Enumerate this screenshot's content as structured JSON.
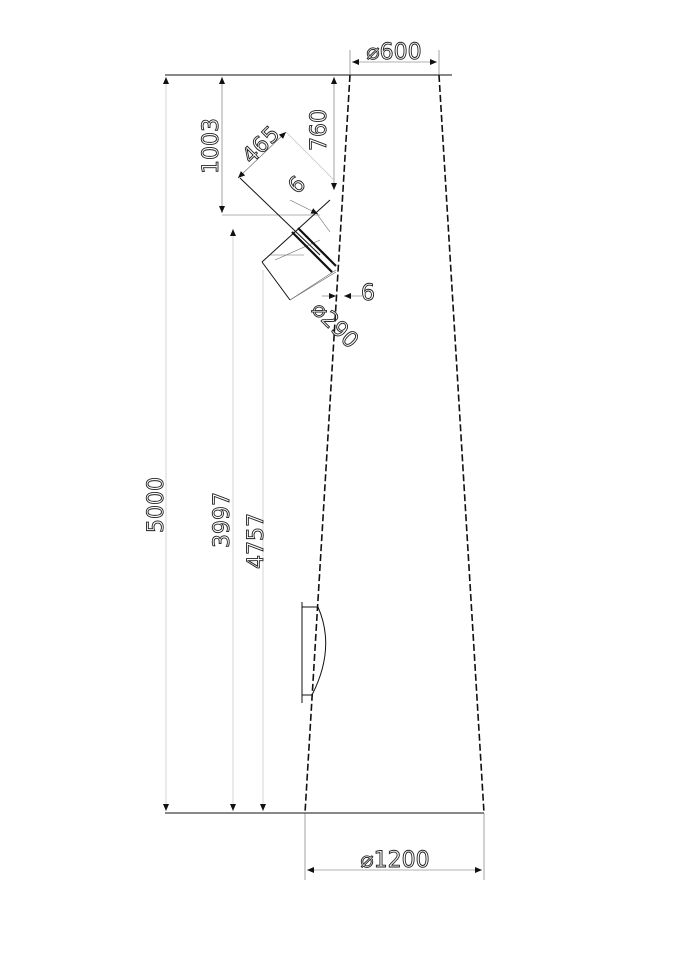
{
  "dimensions": {
    "top_diameter": "⌀600",
    "bottom_diameter": "⌀1200",
    "total_height": "5000",
    "upper_offset": "1003",
    "lower_height_a": "3997",
    "lower_height_b": "4757",
    "branch_offset": "760",
    "branch_length": "465",
    "branch_diameter": "⌀290",
    "thickness_a": "6",
    "thickness_b": "6"
  }
}
